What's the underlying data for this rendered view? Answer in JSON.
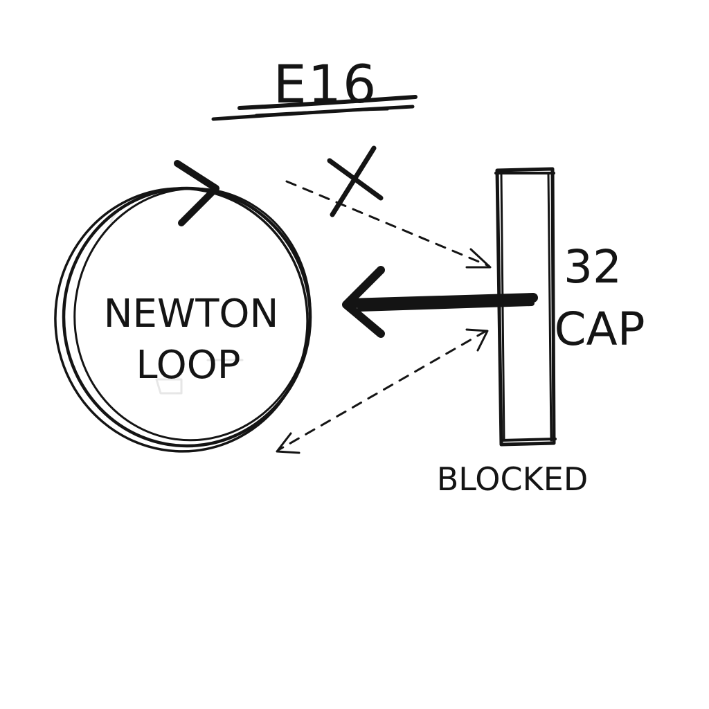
{
  "title": "E16",
  "loop": {
    "line1": "NEWTON",
    "line2": "LOOP"
  },
  "wall": {
    "line1": "32",
    "line2": "CAP",
    "status": "BLOCKED"
  },
  "colors": {
    "ink": "#141414",
    "smudge": "#c9c9c9",
    "background": "#ffffff"
  }
}
